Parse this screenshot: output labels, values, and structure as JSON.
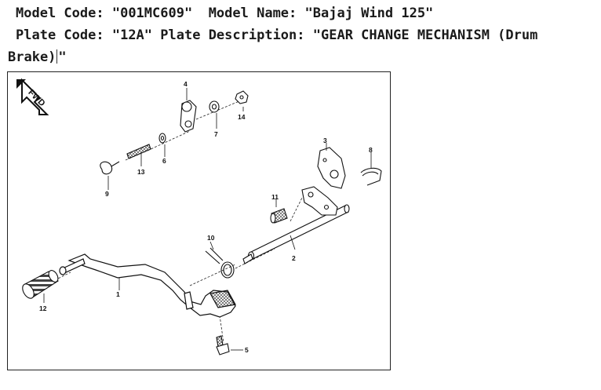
{
  "header": {
    "model_code_label": "Model Code:",
    "model_code": "\"001MC609\"",
    "model_name_label": "Model Name:",
    "model_name": "\"Bajaj Wind 125\"",
    "plate_code_label": "Plate Code:",
    "plate_code": "\"12A\"",
    "plate_description_label": "Plate Description:",
    "plate_description_part1": "\"GEAR CHANGE MECHANISM (Drum",
    "plate_description_part2": "Brake)",
    "plate_description_end": "\""
  },
  "diagram": {
    "direction_marker": "FWD",
    "part_numbers": [
      "1",
      "2",
      "3",
      "4",
      "5",
      "6",
      "7",
      "8",
      "9",
      "10",
      "11",
      "12",
      "13",
      "14"
    ]
  }
}
